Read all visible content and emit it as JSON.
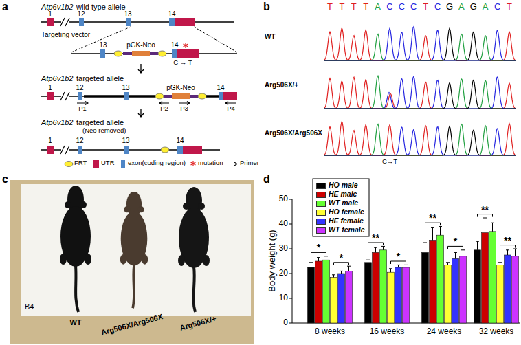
{
  "diagram": {
    "labels": [
      "a",
      "Atp6v1b2",
      "wild type allele",
      "1",
      "12",
      "13",
      "14",
      "Targeting vector",
      "13",
      "pGK-Neo",
      "14",
      "C → T",
      "Atp6v1b2",
      "targeted allele",
      "1",
      "12",
      "13",
      "pGK-Neo",
      "14",
      "P1",
      "P2",
      "P3",
      "P4",
      "Atp6v1b2",
      "targeted allele",
      "(Neo removed)",
      "1",
      "12",
      "13",
      "14",
      "b",
      "T",
      "T",
      "T",
      "T",
      "A",
      "C",
      "C",
      "C",
      "T",
      "C",
      "G",
      "A",
      "G",
      "A",
      "C",
      "T",
      "WT",
      "Arg506X/+",
      "Arg506X/Arg506X",
      "C→T",
      "c",
      "B4",
      "WT",
      "Arg506X/Arg506X",
      "Arg506X/+",
      "d",
      "Body weight (g)",
      "0",
      "10",
      "20",
      "30",
      "40",
      "50",
      "8 weeks",
      "16 weeks",
      "24 weeks",
      "32 weeks",
      "*",
      "*",
      "**",
      "*",
      "**",
      "*",
      "**",
      "**"
    ],
    "legend": [
      {
        "text": "FRT"
      },
      {
        "text": "UTR",
        "color": "#c0174a"
      },
      {
        "text": "exon(coding region)",
        "color": "#4f86c6"
      },
      {
        "text": "mutation"
      },
      {
        "text": "Primer"
      },
      {
        "text": "HO male",
        "color": "#000000"
      },
      {
        "text": "HE male",
        "color": "#cc0000"
      },
      {
        "text": "WT male",
        "color": "#66ff33"
      },
      {
        "text": "HO female",
        "color": "#ffff33"
      },
      {
        "text": "HE female",
        "color": "#3333ff"
      },
      {
        "text": "WT female",
        "color": "#cc33ff"
      }
    ]
  }
}
